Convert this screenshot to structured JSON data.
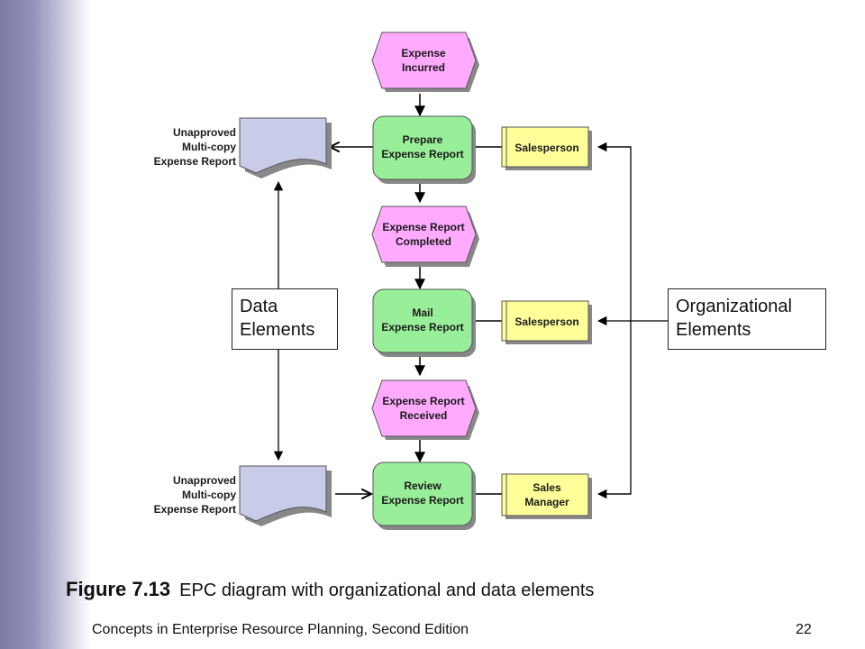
{
  "events": [
    {
      "id": "expense-incurred",
      "lines": [
        "Expense",
        "Incurred"
      ]
    },
    {
      "id": "expense-report-completed",
      "lines": [
        "Expense Report",
        "Completed"
      ]
    },
    {
      "id": "expense-report-received",
      "lines": [
        "Expense Report",
        "Received"
      ]
    }
  ],
  "functions": [
    {
      "id": "prepare-expense-report",
      "lines": [
        "Prepare",
        "Expense Report"
      ]
    },
    {
      "id": "mail-expense-report",
      "lines": [
        "Mail",
        "Expense Report"
      ]
    },
    {
      "id": "review-expense-report",
      "lines": [
        "Review",
        "Expense Report"
      ]
    }
  ],
  "org_units": [
    {
      "id": "salesperson-1",
      "lines": [
        "Salesperson"
      ]
    },
    {
      "id": "salesperson-2",
      "lines": [
        "Salesperson"
      ]
    },
    {
      "id": "sales-manager",
      "lines": [
        "Sales",
        "Manager"
      ]
    }
  ],
  "documents": [
    {
      "id": "unapproved-report-top",
      "lines": [
        "Unapproved",
        "Multi-copy",
        "Expense Report"
      ]
    },
    {
      "id": "unapproved-report-bottom",
      "lines": [
        "Unapproved",
        "Multi-copy",
        "Expense Report"
      ]
    }
  ],
  "callouts": {
    "data": {
      "line1": "Data",
      "line2": "Elements"
    },
    "org": {
      "line1": "Organizational",
      "line2": "Elements"
    }
  },
  "caption": {
    "figure": "Figure 7.13",
    "text": "EPC diagram with organizational and data elements"
  },
  "footer": {
    "title": "Concepts in Enterprise Resource Planning, Second Edition",
    "page": "22"
  },
  "colors": {
    "event": "#ffaaff",
    "function": "#99ee99",
    "org": "#ffff99",
    "document": "#c8cce8",
    "shadow": "#888888"
  }
}
